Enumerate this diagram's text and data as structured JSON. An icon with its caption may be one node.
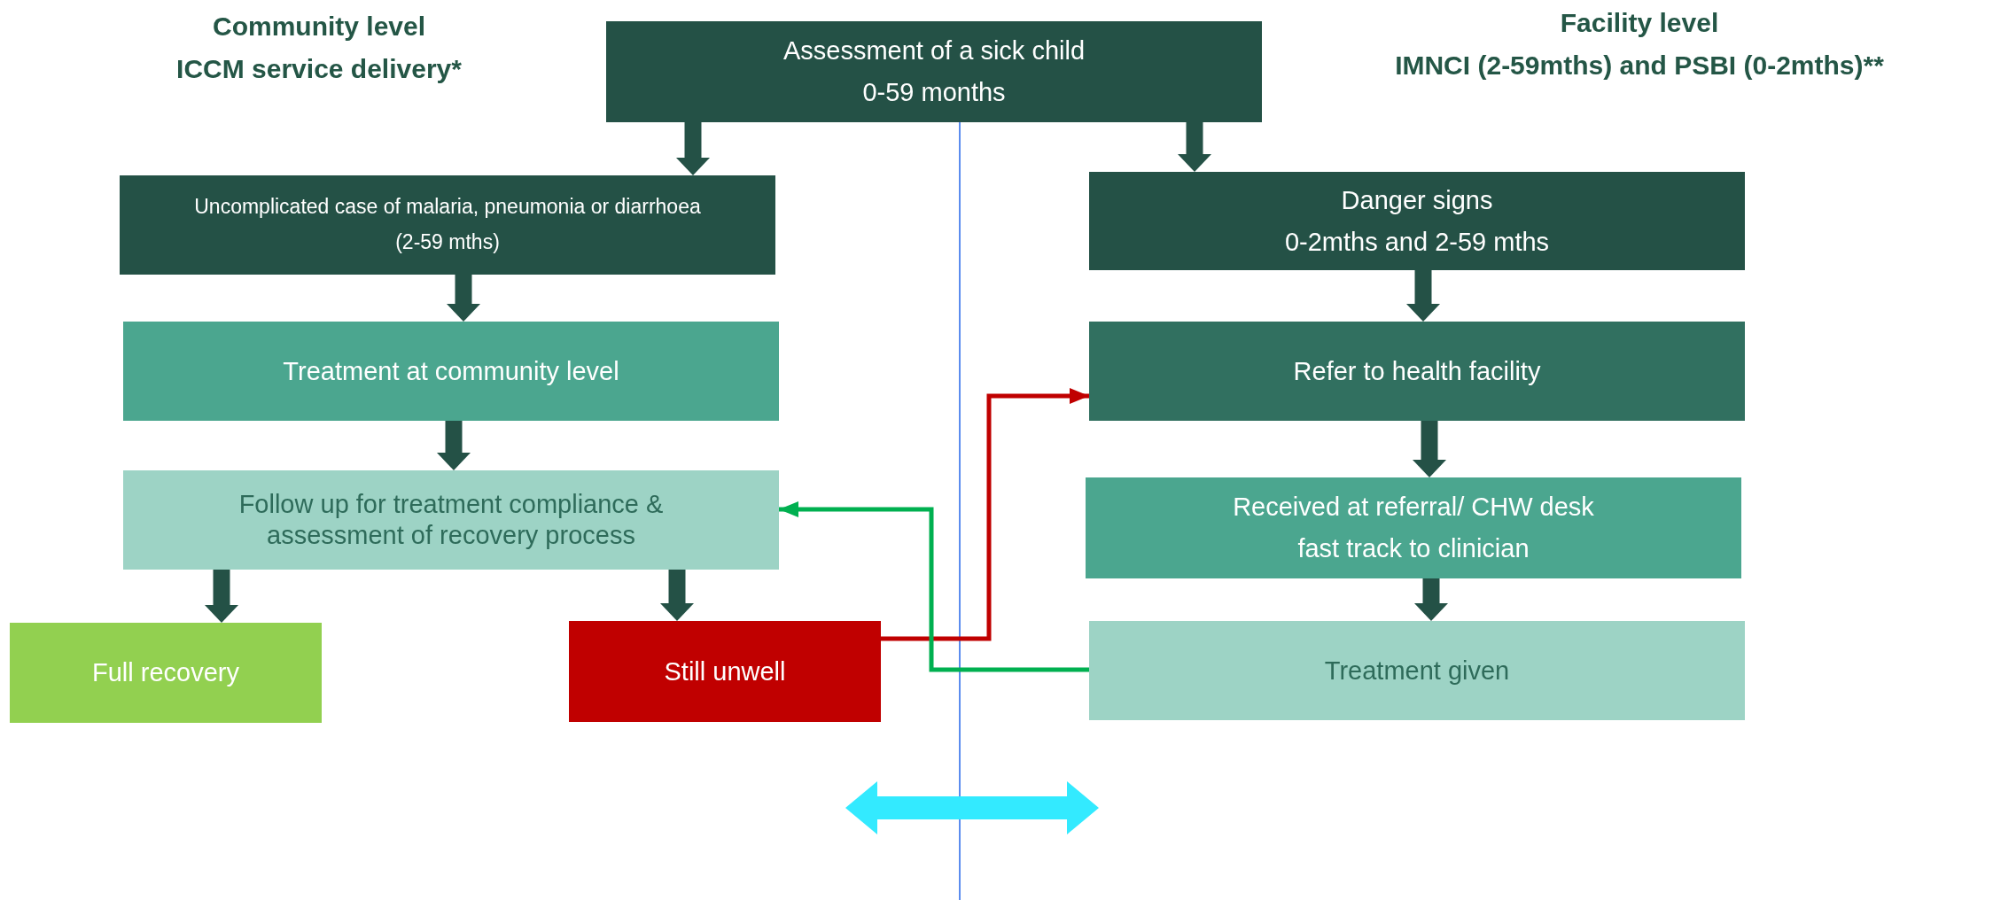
{
  "diagram": {
    "nodes": [
      {
        "text": [
          "Assessment of a sick child",
          "0-59 months"
        ]
      },
      {
        "text": [
          "Uncomplicated case of malaria, pneumonia or diarrhoea",
          "(2-59 mths)"
        ]
      },
      {
        "text": [
          "Danger signs",
          "0-2mths and 2-59 mths"
        ]
      },
      {
        "text": [
          "Treatment at community level"
        ]
      },
      {
        "text": [
          "Refer to health facility"
        ]
      },
      {
        "text": [
          "Follow up for treatment compliance & assessment of recovery process"
        ]
      },
      {
        "text": [
          "Received at referral/ CHW desk",
          "fast track to clinician"
        ]
      },
      {
        "text": [
          "Full recovery"
        ]
      },
      {
        "text": [
          "Still unwell"
        ]
      },
      {
        "text": [
          "Treatment given"
        ]
      }
    ],
    "edges": [
      {
        "from": 0,
        "to": 1,
        "arrow": "to"
      },
      {
        "from": 0,
        "to": 2,
        "arrow": "to"
      },
      {
        "from": 1,
        "to": 3,
        "arrow": "to"
      },
      {
        "from": 2,
        "to": 4,
        "arrow": "to"
      },
      {
        "from": 3,
        "to": 5,
        "arrow": "to"
      },
      {
        "from": 4,
        "to": 6,
        "arrow": "to"
      },
      {
        "from": 5,
        "to": 7,
        "arrow": "to"
      },
      {
        "from": 5,
        "to": 8,
        "arrow": "to"
      },
      {
        "from": 6,
        "to": 9,
        "arrow": "to"
      },
      {
        "from": 8,
        "to": 4,
        "arrow": "to",
        "color": "#c00000"
      },
      {
        "from": 9,
        "to": 5,
        "arrow": "to",
        "color": "#00b050"
      }
    ],
    "labels": [
      "Community level",
      "ICCM service delivery*",
      "Facility level",
      "IMNCI (2-59mths) and PSBI (0-2mths)**"
    ]
  }
}
